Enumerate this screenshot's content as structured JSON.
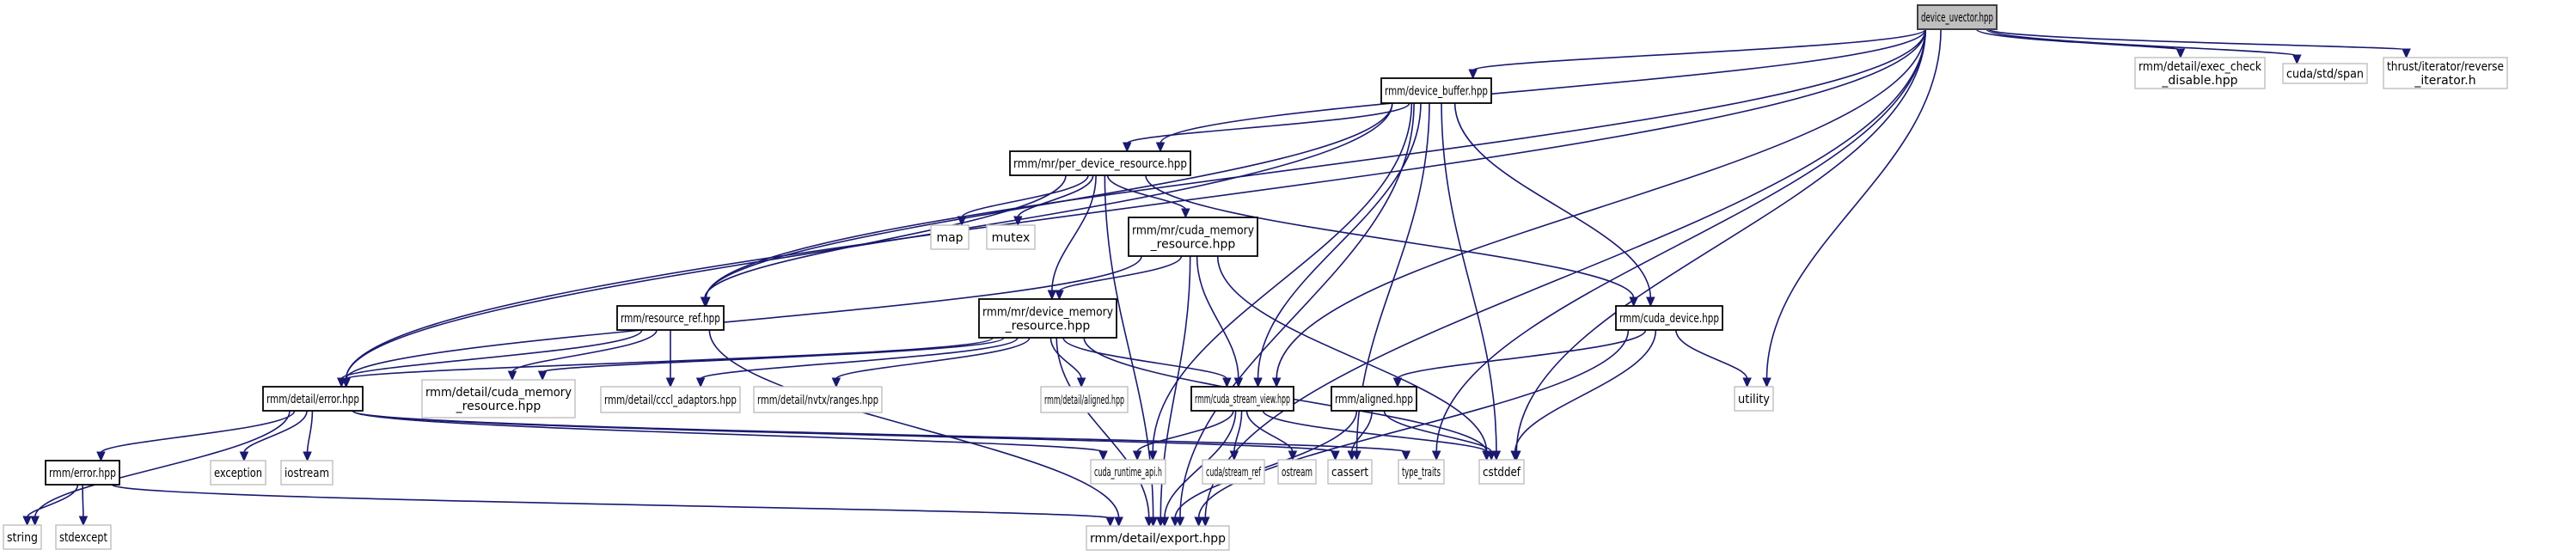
{
  "title": "device_uvector.hpp include dependency graph",
  "colors": {
    "edge": "#191970",
    "root_fill": "#bfbfbf",
    "internal_border": "#000000",
    "external_border": "#bfbfbf"
  },
  "nodes": [
    {
      "id": "device_uvector",
      "label": [
        "device_uvector.hpp"
      ],
      "kind": "root"
    },
    {
      "id": "device_buffer",
      "label": [
        "rmm/device_buffer.hpp"
      ],
      "kind": "internal"
    },
    {
      "id": "exec_check_disable",
      "label": [
        "rmm/detail/exec_check",
        "_disable.hpp"
      ],
      "kind": "external"
    },
    {
      "id": "cuda_std_span",
      "label": [
        "cuda/std/span"
      ],
      "kind": "external"
    },
    {
      "id": "reverse_iterator",
      "label": [
        "thrust/iterator/reverse",
        "_iterator.h"
      ],
      "kind": "external"
    },
    {
      "id": "per_device_resource",
      "label": [
        "rmm/mr/per_device_resource.hpp"
      ],
      "kind": "internal"
    },
    {
      "id": "map",
      "label": [
        "map"
      ],
      "kind": "external"
    },
    {
      "id": "mutex",
      "label": [
        "mutex"
      ],
      "kind": "external"
    },
    {
      "id": "cuda_memory_resource_mr",
      "label": [
        "rmm/mr/cuda_memory",
        "_resource.hpp"
      ],
      "kind": "internal"
    },
    {
      "id": "resource_ref",
      "label": [
        "rmm/resource_ref.hpp"
      ],
      "kind": "internal"
    },
    {
      "id": "device_memory_resource",
      "label": [
        "rmm/mr/device_memory",
        "_resource.hpp"
      ],
      "kind": "internal"
    },
    {
      "id": "cuda_device",
      "label": [
        "rmm/cuda_device.hpp"
      ],
      "kind": "internal"
    },
    {
      "id": "utility",
      "label": [
        "utility"
      ],
      "kind": "external"
    },
    {
      "id": "detail_error",
      "label": [
        "rmm/detail/error.hpp"
      ],
      "kind": "internal"
    },
    {
      "id": "detail_cuda_memory_resource",
      "label": [
        "rmm/detail/cuda_memory",
        "_resource.hpp"
      ],
      "kind": "external"
    },
    {
      "id": "cccl_adaptors",
      "label": [
        "rmm/detail/cccl_adaptors.hpp"
      ],
      "kind": "external"
    },
    {
      "id": "nvtx_ranges",
      "label": [
        "rmm/detail/nvtx/ranges.hpp"
      ],
      "kind": "external"
    },
    {
      "id": "detail_aligned",
      "label": [
        "rmm/detail/aligned.hpp"
      ],
      "kind": "external"
    },
    {
      "id": "cuda_stream_view",
      "label": [
        "rmm/cuda_stream_view.hpp"
      ],
      "kind": "internal"
    },
    {
      "id": "aligned",
      "label": [
        "rmm/aligned.hpp"
      ],
      "kind": "internal"
    },
    {
      "id": "rmm_error",
      "label": [
        "rmm/error.hpp"
      ],
      "kind": "internal"
    },
    {
      "id": "exception",
      "label": [
        "exception"
      ],
      "kind": "external"
    },
    {
      "id": "iostream",
      "label": [
        "iostream"
      ],
      "kind": "external"
    },
    {
      "id": "cuda_runtime_api",
      "label": [
        "cuda_runtime_api.h"
      ],
      "kind": "external"
    },
    {
      "id": "cuda_stream_ref",
      "label": [
        "cuda/stream_ref"
      ],
      "kind": "external"
    },
    {
      "id": "ostream",
      "label": [
        "ostream"
      ],
      "kind": "external"
    },
    {
      "id": "cassert",
      "label": [
        "cassert"
      ],
      "kind": "external"
    },
    {
      "id": "type_traits",
      "label": [
        "type_traits"
      ],
      "kind": "external"
    },
    {
      "id": "cstddef",
      "label": [
        "cstddef"
      ],
      "kind": "external"
    },
    {
      "id": "string",
      "label": [
        "string"
      ],
      "kind": "external"
    },
    {
      "id": "stdexcept",
      "label": [
        "stdexcept"
      ],
      "kind": "external"
    },
    {
      "id": "export",
      "label": [
        "rmm/detail/export.hpp"
      ],
      "kind": "external"
    }
  ],
  "edges": [
    [
      "device_uvector",
      "device_buffer"
    ],
    [
      "device_uvector",
      "exec_check_disable"
    ],
    [
      "device_uvector",
      "cuda_std_span"
    ],
    [
      "device_uvector",
      "reverse_iterator"
    ],
    [
      "device_uvector",
      "per_device_resource"
    ],
    [
      "device_uvector",
      "resource_ref"
    ],
    [
      "device_uvector",
      "detail_error"
    ],
    [
      "device_uvector",
      "cuda_stream_view"
    ],
    [
      "device_uvector",
      "utility"
    ],
    [
      "device_uvector",
      "type_traits"
    ],
    [
      "device_uvector",
      "cstddef"
    ],
    [
      "device_uvector",
      "export"
    ],
    [
      "device_buffer",
      "per_device_resource"
    ],
    [
      "device_buffer",
      "resource_ref"
    ],
    [
      "device_buffer",
      "detail_error"
    ],
    [
      "device_buffer",
      "cuda_device"
    ],
    [
      "device_buffer",
      "cuda_stream_view"
    ],
    [
      "device_buffer",
      "cuda_runtime_api"
    ],
    [
      "device_buffer",
      "cassert"
    ],
    [
      "device_buffer",
      "cstddef"
    ],
    [
      "device_buffer",
      "export"
    ],
    [
      "per_device_resource",
      "map"
    ],
    [
      "per_device_resource",
      "mutex"
    ],
    [
      "per_device_resource",
      "cuda_memory_resource_mr"
    ],
    [
      "per_device_resource",
      "device_memory_resource"
    ],
    [
      "per_device_resource",
      "resource_ref"
    ],
    [
      "per_device_resource",
      "cuda_device"
    ],
    [
      "per_device_resource",
      "export"
    ],
    [
      "cuda_memory_resource_mr",
      "device_memory_resource"
    ],
    [
      "cuda_memory_resource_mr",
      "detail_error"
    ],
    [
      "cuda_memory_resource_mr",
      "cuda_stream_view"
    ],
    [
      "cuda_memory_resource_mr",
      "cstddef"
    ],
    [
      "cuda_memory_resource_mr",
      "export"
    ],
    [
      "resource_ref",
      "detail_error"
    ],
    [
      "resource_ref",
      "detail_cuda_memory_resource"
    ],
    [
      "resource_ref",
      "cccl_adaptors"
    ],
    [
      "resource_ref",
      "export"
    ],
    [
      "device_memory_resource",
      "detail_error"
    ],
    [
      "device_memory_resource",
      "detail_cuda_memory_resource"
    ],
    [
      "device_memory_resource",
      "cccl_adaptors"
    ],
    [
      "device_memory_resource",
      "nvtx_ranges"
    ],
    [
      "device_memory_resource",
      "detail_aligned"
    ],
    [
      "device_memory_resource",
      "cuda_stream_view"
    ],
    [
      "device_memory_resource",
      "cstddef"
    ],
    [
      "device_memory_resource",
      "export"
    ],
    [
      "cuda_device",
      "aligned"
    ],
    [
      "cuda_device",
      "utility"
    ],
    [
      "cuda_device",
      "cstddef"
    ],
    [
      "cuda_device",
      "export"
    ],
    [
      "detail_error",
      "rmm_error"
    ],
    [
      "detail_error",
      "exception"
    ],
    [
      "detail_error",
      "iostream"
    ],
    [
      "detail_error",
      "string"
    ],
    [
      "detail_error",
      "cuda_runtime_api"
    ],
    [
      "detail_error",
      "cassert"
    ],
    [
      "detail_error",
      "type_traits"
    ],
    [
      "rmm_error",
      "string"
    ],
    [
      "rmm_error",
      "stdexcept"
    ],
    [
      "rmm_error",
      "export"
    ],
    [
      "cuda_stream_view",
      "cuda_runtime_api"
    ],
    [
      "cuda_stream_view",
      "cuda_stream_ref"
    ],
    [
      "cuda_stream_view",
      "ostream"
    ],
    [
      "cuda_stream_view",
      "cstddef"
    ],
    [
      "cuda_stream_view",
      "export"
    ],
    [
      "aligned",
      "cassert"
    ],
    [
      "aligned",
      "cstddef"
    ],
    [
      "aligned",
      "export"
    ]
  ]
}
